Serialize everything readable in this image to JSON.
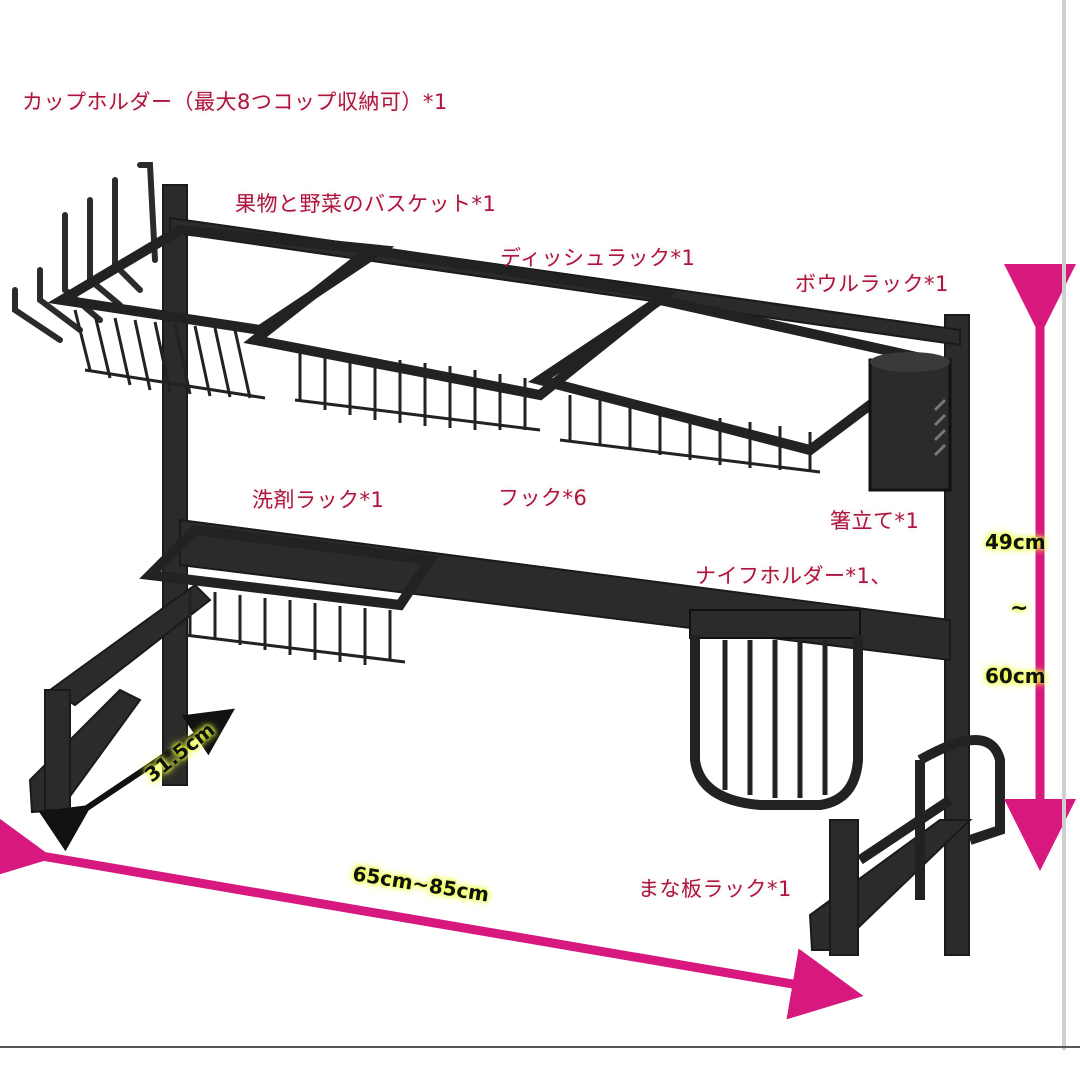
{
  "labels": {
    "cup_holder": "カップホルダー（最大8つコップ収納可）*1",
    "fruit_basket": "果物と野菜のバスケット*1",
    "dish_rack": "ディッシュラック*1",
    "bowl_rack": "ボウルラック*1",
    "detergent_rack": "洗剤ラック*1",
    "hooks": "フック*6",
    "chopstick_stand": "箸立て*1",
    "knife_holder": "ナイフホルダー*1、",
    "cutting_board_rack": "まな板ラック*1"
  },
  "dimensions": {
    "height_top": "49cm",
    "height_sep": "~",
    "height_bottom": "60cm",
    "depth": "31.5cm",
    "width": "65cm~85cm"
  },
  "colors": {
    "label_text": "#b0143c",
    "arrow": "#d6187f",
    "dimension_glow": "#e8ff40",
    "rack_metal": "#2b2b2b"
  },
  "image": {
    "subject": "stainless-steel-over-sink-dish-rack"
  }
}
